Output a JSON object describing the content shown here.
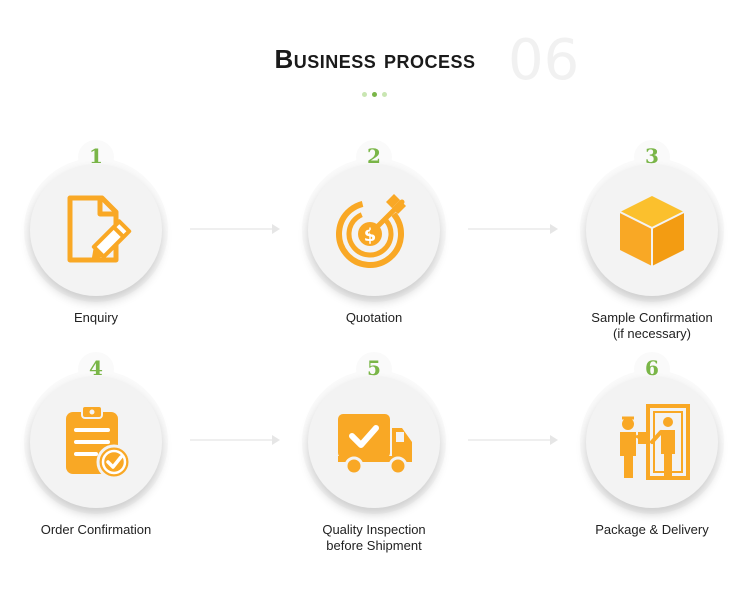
{
  "header": {
    "title": "Business process",
    "watermark": "06"
  },
  "steps": [
    {
      "number": "1",
      "label": [
        "Enquiry"
      ],
      "icon": "document-pen-icon"
    },
    {
      "number": "2",
      "label": [
        "Quotation"
      ],
      "icon": "target-dollar-icon"
    },
    {
      "number": "3",
      "label": [
        "Sample Confirmation",
        "(if necessary)"
      ],
      "icon": "box-icon"
    },
    {
      "number": "4",
      "label": [
        "Order Confirmation"
      ],
      "icon": "clipboard-check-icon"
    },
    {
      "number": "5",
      "label": [
        "Quality Inspection",
        "before Shipment"
      ],
      "icon": "truck-check-icon"
    },
    {
      "number": "6",
      "label": [
        "Package & Delivery"
      ],
      "icon": "delivery-door-icon"
    }
  ],
  "colors": {
    "icon": "#F9A825",
    "number": "#7AB648",
    "dots_active": "#7AB648",
    "dots_inactive": "#C9E6B2"
  }
}
